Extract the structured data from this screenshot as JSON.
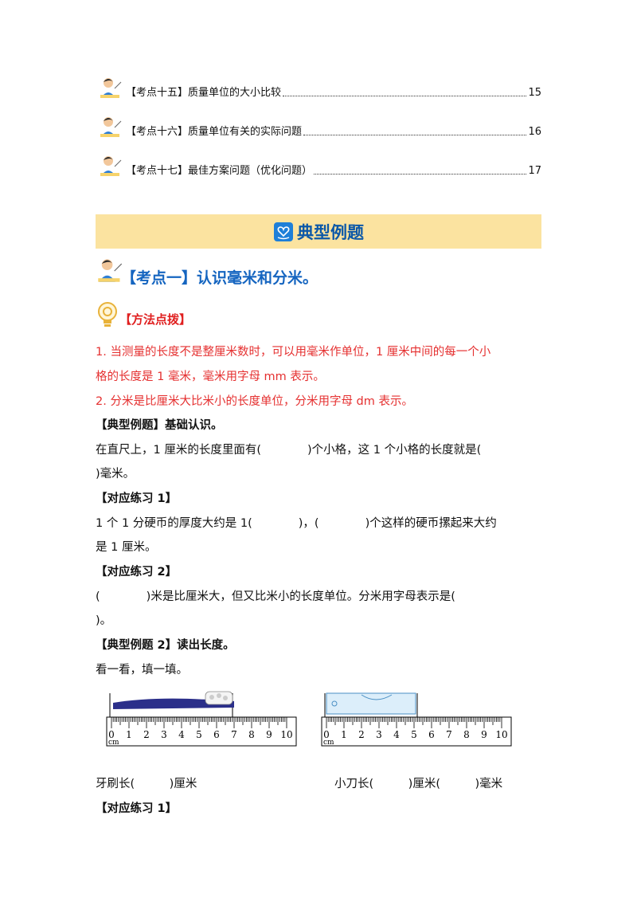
{
  "toc": [
    {
      "label": "【考点十五】质量单位的大小比较",
      "page": "15"
    },
    {
      "label": "【考点十六】质量单位有关的实际问题",
      "page": "16"
    },
    {
      "label": "【考点十七】最佳方案问题（优化问题）",
      "page": "17"
    }
  ],
  "banner": {
    "title": "典型例题",
    "icon": "heart-book-icon"
  },
  "kp1": {
    "title": "【考点一】认识毫米和分米。"
  },
  "method": {
    "title": "【方法点拨】",
    "icon": "lightbulb-icon"
  },
  "tips": [
    "1. 当测量的长度不是整厘米数时，可以用毫米作单位，1 厘米中间的每一个小",
    "格的长度是 1 毫米，毫米用字母 mm 表示。",
    "2. 分米是比厘米大比米小的长度单位，分米用字母 dm 表示。"
  ],
  "ex1": {
    "heading": "【典型例题】基础认识。",
    "lines": [
      "在直尺上，1 厘米的长度里面有(　　　　)个小格，这 1 个小格的长度就是(",
      ")毫米。"
    ]
  },
  "p1": {
    "heading": "【对应练习 1】",
    "lines": [
      "1 个 1 分硬币的厚度大约是 1(　　　　)，(　　　　)个这样的硬币摞起来大约",
      "是 1 厘米。"
    ]
  },
  "p2": {
    "heading": "【对应练习 2】",
    "lines": [
      "(　　　　)米是比厘米大，但又比米小的长度单位。分米用字母表示是(",
      ")。"
    ]
  },
  "ex2": {
    "heading": "【典型例题 2】读出长度。",
    "instruction": "看一看，填一填。"
  },
  "rulers": {
    "ticks": [
      "0",
      "1",
      "2",
      "3",
      "4",
      "5",
      "6",
      "7",
      "8",
      "9",
      "10"
    ],
    "unit": "cm"
  },
  "answers": {
    "toothbrush": "牙刷长(　　　)厘米",
    "knife": "小刀长(　　　)厘米(　　　)毫米"
  },
  "p3": {
    "heading": "【对应练习 1】"
  }
}
